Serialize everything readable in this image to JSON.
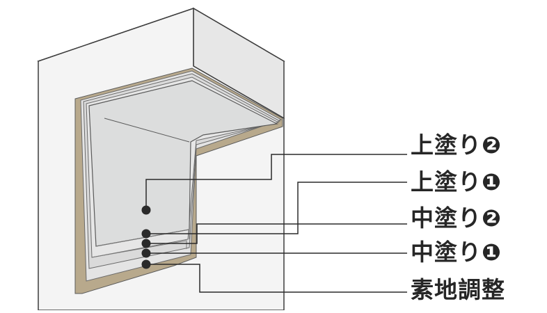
{
  "colors": {
    "wall": "#f4f4f4",
    "wall_shade": "#e7e7e7",
    "outline": "#3c3c3c",
    "base_layer": "#b8a98c",
    "coat_layer": "#d8d9d9",
    "top_coat": "#dcdddd",
    "leader": "#2a2a2a",
    "dot": "#2a2a2a"
  },
  "layers": [
    {
      "label": "上塗り❷"
    },
    {
      "label": "上塗り❶"
    },
    {
      "label": "中塗り❷"
    },
    {
      "label": "中塗り❶"
    },
    {
      "label": "素地調整"
    }
  ]
}
